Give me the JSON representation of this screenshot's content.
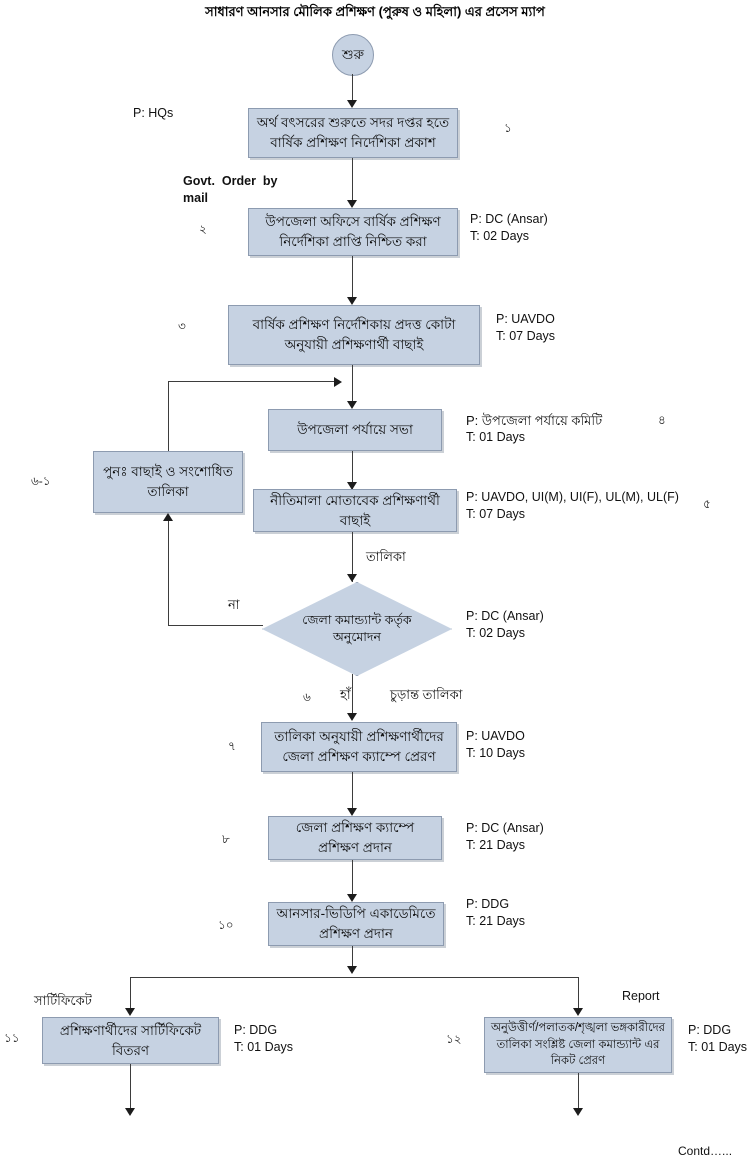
{
  "page": {
    "title": "সাধারণ আনসার মৌলিক প্রশিক্ষণ (পুরুষ ও মহিলা) এর প্রসেস ম্যাপ",
    "footer_note": "Contd…..."
  },
  "colors": {
    "node_fill": "#c6d2e2",
    "node_border": "#8d9bb0",
    "connector": "#3d3d3d",
    "text": "#0d0d0d",
    "background": "#ffffff"
  },
  "nodes": [
    {
      "id": "start",
      "shape": "circle",
      "label": "শুরু"
    },
    {
      "id": "step1",
      "shape": "process",
      "label": "অর্থ বৎসরের শুরুতে সদর দপ্তর হতে বার্ষিক প্রশিক্ষণ নির্দেশিকা প্রকাশ",
      "number": "১",
      "performer": "P: HQs",
      "time": ""
    },
    {
      "id": "step2",
      "shape": "process",
      "label": "উপজেলা অফিসে বার্ষিক প্রশিক্ষণ নির্দেশিকা প্রাপ্তি নিশ্চিত করা",
      "number": "২",
      "performer": "P: DC (Ansar)",
      "time": "T: 02 Days"
    },
    {
      "id": "step3",
      "shape": "process",
      "label": "বার্ষিক প্রশিক্ষণ নির্দেশিকায় প্রদত্ত কোটা অনুযায়ী প্রশিক্ষণার্থী বাছাই",
      "number": "৩",
      "performer": "P: UAVDO",
      "time": "T: 07 Days"
    },
    {
      "id": "step4",
      "shape": "process",
      "label": "উপজেলা পর্যায়ে সভা",
      "number": "৪",
      "performer": "P: উপজেলা পর্যায়ে কমিটি",
      "time": "T: 01 Days"
    },
    {
      "id": "step5",
      "shape": "process",
      "label": "নীতিমালা মোতাবেক প্রশিক্ষণার্থী বাছাই",
      "number": "৫",
      "performer": "P: UAVDO, UI(M), UI(F), UL(M), UL(F)",
      "time": "T: 07 Days"
    },
    {
      "id": "rework",
      "shape": "process",
      "label": "পুনঃ  বাছাই ও সংশোধিত তালিকা",
      "number": "৬-১",
      "performer": "",
      "time": ""
    },
    {
      "id": "decision",
      "shape": "decision",
      "label": "জেলা কমান্ড্যান্ট কর্তৃক অনুমোদন",
      "number": "৬",
      "performer": "P: DC (Ansar)",
      "time": "T: 02 Days"
    },
    {
      "id": "step7",
      "shape": "process",
      "label": "তালিকা অনুযায়ী প্রশিক্ষণার্থীদের জেলা প্রশিক্ষণ ক্যাম্পে প্রেরণ",
      "number": "৭",
      "performer": "P: UAVDO",
      "time": "T: 10 Days"
    },
    {
      "id": "step8",
      "shape": "process",
      "label": "জেলা প্রশিক্ষণ ক্যাম্পে প্রশিক্ষণ প্রদান",
      "number": "৮",
      "performer": "P: DC (Ansar)",
      "time": "T: 21 Days"
    },
    {
      "id": "step10",
      "shape": "process",
      "label": "আনসার-ভিডিপি একাডেমিতে প্রশিক্ষণ প্রদান",
      "number": "১০",
      "performer": "P: DDG",
      "time": "T: 21 Days"
    },
    {
      "id": "step11",
      "shape": "process",
      "label": "প্রশিক্ষণার্থীদের  সার্টিফিকেট বিতরণ",
      "number": "১১",
      "performer": "P: DDG",
      "time": "T: 01 Days"
    },
    {
      "id": "step12",
      "shape": "process",
      "label": "অনুউত্তীর্ণ/পলাতক/শৃঙ্খলা ভঙ্গকারীদের তালিকা সংশ্লিষ্ট  জেলা কমান্ড্যান্ট এর নিকট প্রেরণ",
      "number": "১২",
      "performer": "P: DDG",
      "time": "T: 01 Days"
    }
  ],
  "edge_labels": {
    "govt_order": "Govt.  Order  by\nmail",
    "talika": "তালিকা",
    "na": "না",
    "ha": "হাঁ",
    "churanto_talika": "চুড়ান্ত তালিকা",
    "certificate": "সার্টিফিকেট",
    "report": "Report"
  }
}
